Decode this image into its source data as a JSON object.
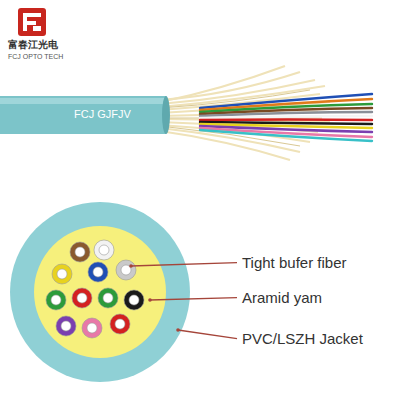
{
  "diagram": {
    "labels": [
      "富春江光电",
      "FCJ OPTO TECH",
      "FCJ GJFJV",
      "Tight bufer fiber",
      "Aramid yam",
      "PVC/LSZH Jacket"
    ]
  }
}
